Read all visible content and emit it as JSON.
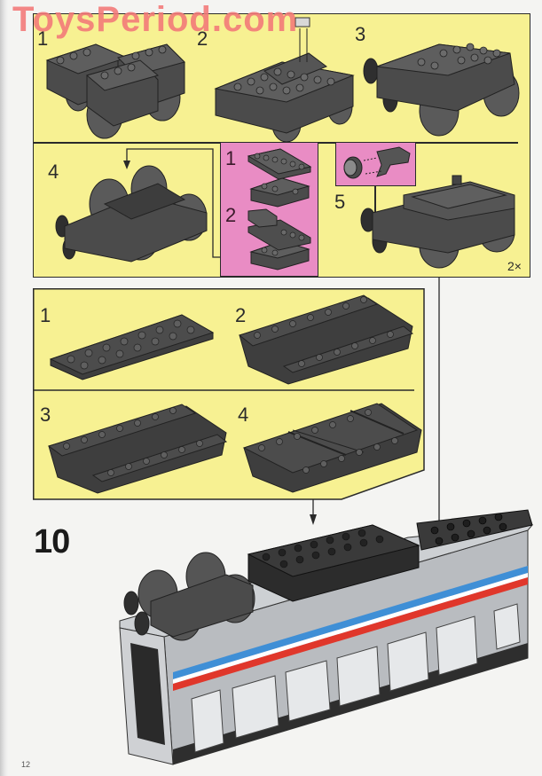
{
  "watermark": "ToysPeriod.com",
  "page_number": "12",
  "main_step": "10",
  "colors": {
    "panel_yellow": "#f7f192",
    "panel_pink": "#e98cc4",
    "brick_dark_gray": "#4a4a4a",
    "train_light_gray": "#b9bcc0",
    "stripe_blue": "#3f8fd6",
    "stripe_red": "#e0372b",
    "stripe_white": "#ffffff",
    "watermark": "#f37878"
  },
  "panel_bogie": {
    "steps": [
      {
        "label": "1",
        "description": "bogie-frame-bricks"
      },
      {
        "label": "2",
        "description": "plates-added-with-stud"
      },
      {
        "label": "3",
        "description": "bogie-with-buffer"
      },
      {
        "label": "4",
        "description": "wheel-bogie-base"
      },
      {
        "label": "5",
        "description": "bogie-with-coupler-and-top-plate"
      }
    ],
    "inset_pink_steps": [
      {
        "label": "1",
        "description": "plate-on-brick"
      },
      {
        "label": "2",
        "description": "tile-on-plate-on-brick"
      }
    ],
    "multiplier": "2×"
  },
  "panel_base": {
    "steps": [
      {
        "label": "1",
        "description": "base-plate-6x10"
      },
      {
        "label": "2",
        "description": "sloped-side-walls"
      },
      {
        "label": "3",
        "description": "sloped-base-variant"
      },
      {
        "label": "4",
        "description": "base-with-cross-plates"
      }
    ]
  }
}
